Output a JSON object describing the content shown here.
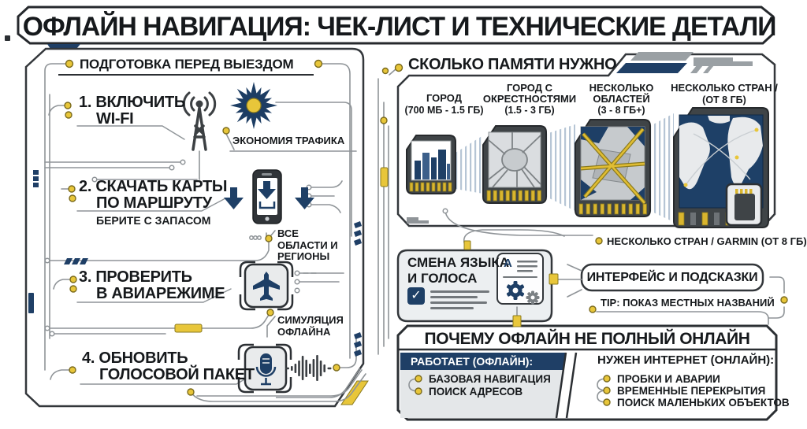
{
  "title": "ОФЛАЙН НАВИГАЦИЯ: ЧЕК-ЛИСТ И ТЕХНИЧЕСКИЕ ДЕТАЛИ",
  "colors": {
    "navy": "#1e3f66",
    "gold": "#e8c63a",
    "ink": "#16191c",
    "trace": "#8f9498",
    "panel_gray": "#e7eaec"
  },
  "prep": {
    "header": "ПОДГОТОВКА ПЕРЕД ВЫЕЗДОМ",
    "steps": [
      {
        "title": "1. ВКЛЮЧИТЬ",
        "title2": "WI-FI",
        "note": "ЭКОНОМИЯ ТРАФИКА"
      },
      {
        "title": "2. СКАЧАТЬ КАРТЫ",
        "title2": "ПО МАРШРУТУ",
        "sub": "БЕРИТЕ С ЗАПАСОМ",
        "note": "ВСЕ ОБЛАСТИ И РЕГИОНЫ"
      },
      {
        "title": "3. ПРОВЕРИТЬ",
        "title2": "В АВИАРЕЖИМЕ",
        "note": "СИМУЛЯЦИЯ ОФЛАЙНА"
      },
      {
        "title": "4. ОБНОВИТЬ",
        "title2": "ГОЛОСОВОЙ ПАКЕТ"
      }
    ]
  },
  "memory": {
    "header": "СКОЛЬКО ПАМЯТИ НУЖНО",
    "tiers": [
      {
        "name": "ГОРОД",
        "size": "(700 МБ - 1.5 ГБ)"
      },
      {
        "name": "ГОРОД С ОКРЕСТНОСТЯМИ",
        "size": "(1.5 - 3 ГБ)"
      },
      {
        "name": "НЕСКОЛЬКО ОБЛАСТЕЙ",
        "size": "(3 - 8 ГБ+)"
      },
      {
        "name": "НЕСКОЛЬКО СТРАН /",
        "size": "(ОТ 8 ГБ)"
      }
    ],
    "footnote": "НЕСКОЛЬКО СТРАН / GARMIN (ОТ 8 ГБ)"
  },
  "language": {
    "line1": "СМЕНА ЯЗЫКА",
    "line2": "И ГОЛОСА",
    "icon_letter": "A",
    "check": "✓"
  },
  "interface": {
    "label": "ИНТЕРФЕЙС И ПОДСКАЗКИ",
    "tip": "TIP: ПОКАЗ МЕСТНЫХ НАЗВАНИЙ"
  },
  "why": {
    "header": "ПОЧЕМУ ОФЛАЙН НЕ ПОЛНЫЙ ОНЛАЙН",
    "offline_title": "РАБОТАЕТ (ОФЛАЙН):",
    "offline_items": [
      "БАЗОВАЯ НАВИГАЦИЯ",
      "ПОИСК АДРЕСОВ"
    ],
    "online_title": "НУЖЕН ИНТЕРНЕТ (ОНЛАЙН):",
    "online_items": [
      "ПРОБКИ И АВАРИИ",
      "ВРЕМЕННЫЕ ПЕРЕКРЫТИЯ",
      "ПОИСК МАЛЕНЬКИХ ОБЪЕКТОВ"
    ]
  }
}
